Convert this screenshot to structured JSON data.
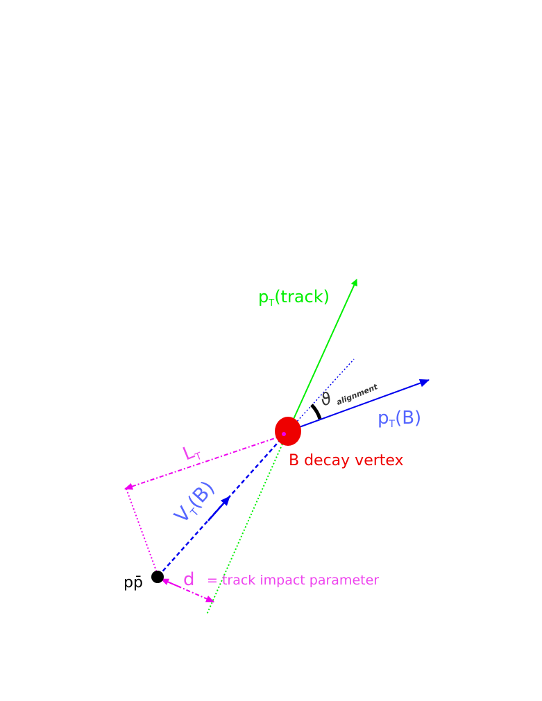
{
  "labels": {
    "pt_track": "p",
    "pt_track_sub": "T",
    "pt_track_tail": "(track)",
    "pt_b": "p",
    "pt_b_sub": "T",
    "pt_b_tail": "(B)",
    "b_vertex": "B decay vertex",
    "theta": "ϑ",
    "theta_sub": "alignment",
    "lt": "L",
    "lt_sub": "T",
    "vt": "V",
    "vt_sub": "T",
    "vt_tail": "(B)",
    "ppbar": "pp̄",
    "d": "d",
    "impact": "= track impact parameter"
  },
  "colors": {
    "track": "#00ee00",
    "b_momentum": "#0000ee",
    "b_label": "#5566ff",
    "vertex": "#ee0000",
    "magenta": "#ee00ee",
    "black": "#000000",
    "theta_label": "#333333"
  }
}
